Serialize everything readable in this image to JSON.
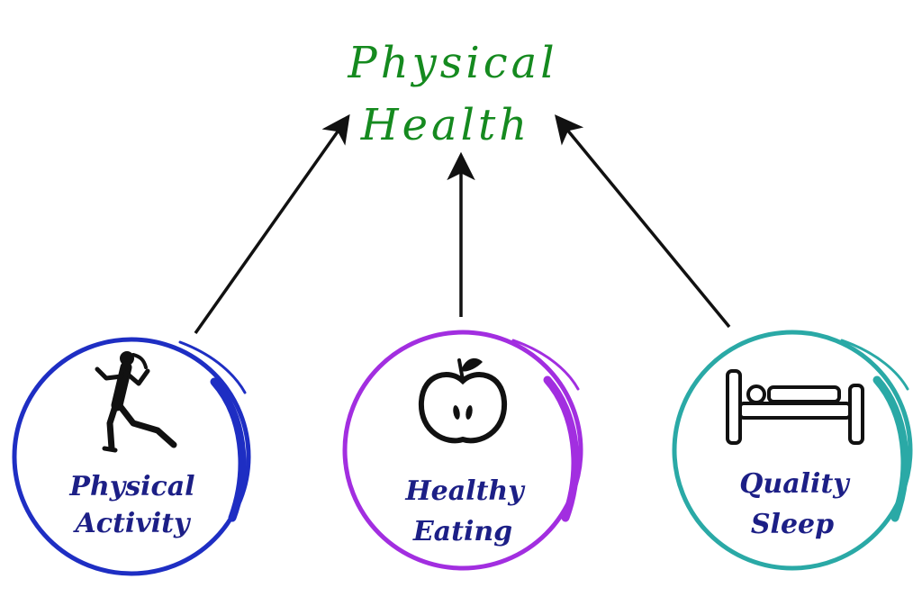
{
  "title": {
    "line1": "Physical",
    "line2": "Health",
    "color": "#158a1f"
  },
  "label_color": "#1c1f86",
  "arrow_color": "#111111",
  "nodes": [
    {
      "id": "physical-activity",
      "line1": "Physical",
      "line2": "Activity",
      "ring_color": "#1e2ec3",
      "icon": "runner-icon"
    },
    {
      "id": "healthy-eating",
      "line1": "Healthy",
      "line2": "Eating",
      "ring_color": "#a22ee0",
      "icon": "apple-icon"
    },
    {
      "id": "quality-sleep",
      "line1": "Quality",
      "line2": "Sleep",
      "ring_color": "#2aa9a6",
      "icon": "bed-icon"
    }
  ]
}
